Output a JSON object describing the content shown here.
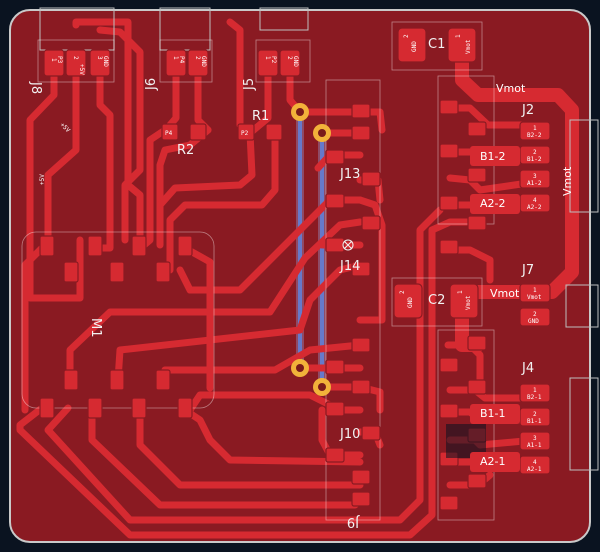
{
  "board": {
    "refs": {
      "c1": "C1",
      "c2": "C2",
      "j2": "J2",
      "j4": "J4",
      "j5": "J5",
      "j6": "J6",
      "j7": "J7",
      "j8": "J8",
      "j9": "J9",
      "j10": "J10",
      "j13": "J13",
      "j14": "J14",
      "m1": "M1",
      "r1": "R1",
      "r2": "R2"
    },
    "nets": {
      "vmot_1": "Vmot",
      "vmot_2": "Vmot",
      "vmot_3": "Vmot",
      "b1_2": "B1-2",
      "a2_2": "A2-2",
      "b1_1": "B1-1",
      "a2_1": "A2-1"
    },
    "pins": {
      "j8_p1": "1",
      "j8_p2": "2",
      "j8_p3": "3",
      "j8_n2": "+5V",
      "j8_n3": "P3",
      "j8_n3b": "GND",
      "j6_p1": "1",
      "j6_p2": "2",
      "j6_n1": "P4",
      "j6_n2": "GND",
      "j5_p1": "1",
      "j5_p2": "2",
      "j5_n1": "P2",
      "j5_n2": "GND",
      "c1_p1": "1",
      "c1_p2": "2",
      "c1_n1": "Vmot",
      "c1_n2": "GND",
      "c2_p1": "1",
      "c2_p2": "2",
      "c2_n1": "Vmot",
      "c2_n2": "GND",
      "j2_p1": "1",
      "j2_p2": "2",
      "j2_p3": "3",
      "j2_p4": "4",
      "j2_n1": "B2-2",
      "j2_n2": "B1-2",
      "j2_n3": "A1-2",
      "j2_n4": "A2-2",
      "j4_p1": "1",
      "j4_p2": "2",
      "j4_p3": "3",
      "j4_p4": "4",
      "j4_n1": "B2-1",
      "j4_n2": "B1-1",
      "j4_n3": "A1-1",
      "j4_n4": "A2-1",
      "j7_p1": "1",
      "j7_p2": "2",
      "j7_n1": "Vmot",
      "j7_n2": "GND",
      "r1_n": "P2",
      "r2_n": "P4",
      "plus5v_a": "+5V",
      "plus5v_b": "+5V"
    }
  },
  "colors": {
    "background": "#0a1320",
    "board_fill": "#8a1a22",
    "copper": "#d62a31",
    "copper_dark": "#a81e25",
    "via_ring": "#f2b23a",
    "via_hole": "#7a1a1a",
    "back_copper": "#3f6fd6",
    "silkscreen": "#f2f2f2"
  }
}
